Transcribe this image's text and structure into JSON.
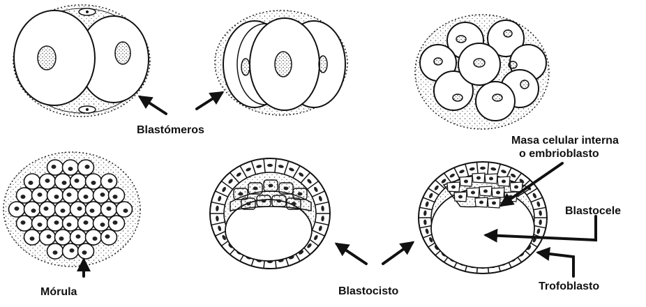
{
  "labels": {
    "blastomeros": "Blastómeros",
    "masa_line1": "Masa celular interna",
    "masa_line2": "o embrioblasto",
    "blastocele": "Blastocele",
    "morula": "Mórula",
    "blastocisto": "Blastocisto",
    "trofoblasto": "Trofoblasto"
  },
  "colors": {
    "ink": "#111111",
    "cell_fill": "#ffffff",
    "stipple": "#555555"
  }
}
